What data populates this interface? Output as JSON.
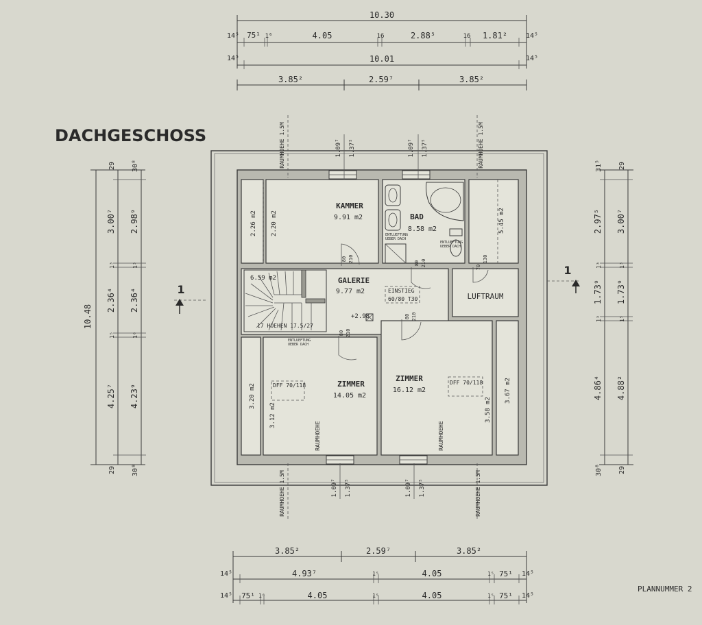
{
  "title": "DACHGESCHOSS",
  "plan_number_label": "PLANNUMMER 2",
  "top_dimensions": {
    "total_outer": "10.30",
    "row2": [
      "14⁵",
      "75¹",
      "1⁶",
      "4.05",
      "16",
      "2.88⁵",
      "16",
      "1.81²",
      "14⁵"
    ],
    "row3_left": "14⁵",
    "total_inner": "10.01",
    "row3_right": "14⁵",
    "row4": [
      "3.85²",
      "2.59⁷",
      "3.85²"
    ]
  },
  "bottom_dimensions": {
    "row1": [
      "3.85²",
      "2.59⁷",
      "3.85²"
    ],
    "row2": [
      "14⁵",
      "4.93⁷",
      "1⁵",
      "4.05",
      "1⁵",
      "75¹",
      "14⁵"
    ],
    "row3": [
      "14⁵",
      "75¹",
      "1⁶",
      "4.05",
      "1⁵",
      "4.05",
      "1⁵",
      "75¹",
      "14⁵"
    ]
  },
  "left_dimensions": {
    "total": "10.48",
    "col1": [
      "29",
      "3.00⁷",
      "1³",
      "2.36⁴",
      "1⁵",
      "4.25⁷",
      "29"
    ],
    "col2": [
      "30⁸",
      "2.98⁹",
      "1³",
      "2.36⁴",
      "1⁶",
      "4.23⁹",
      "30⁸"
    ]
  },
  "right_dimensions": {
    "col1": [
      "31⁵",
      "2.97⁵",
      "1³",
      "1.73⁹",
      "1³",
      "4.86⁴",
      "30⁸"
    ],
    "col2": [
      "29",
      "3.00⁷",
      "1³",
      "1.73⁹",
      "1⁵",
      "4.88²",
      "29"
    ]
  },
  "rooms": {
    "kammer": {
      "name": "KAMMER",
      "area": "9.91 m2"
    },
    "bad": {
      "name": "BAD",
      "area": "8.58 m2"
    },
    "galerie": {
      "name": "GALERIE",
      "area": "9.77 m2"
    },
    "luftraum": {
      "name": "LUFTRAUM"
    },
    "zimmer_left": {
      "name": "ZIMMER",
      "area": "14.05 m2"
    },
    "zimmer_right": {
      "name": "ZIMMER",
      "area": "16.12 m2"
    }
  },
  "small_areas": {
    "kniestock_tl": "2.26 m2",
    "kammer_slope": "2.20 m2",
    "right_top": "5.45 m2",
    "stair": "6.59 m2",
    "left_bottom_outer": "3.20 m2",
    "left_bottom_inner": "3.12 m2",
    "right_bottom_inner": "3.58 m2",
    "right_bottom_outer": "3.67 m2"
  },
  "annotations": {
    "raumhoehe_15": "RAUMHOEHE 1.5M",
    "raumhoehe": "RAUMHOEHE",
    "h_109": "1.09⁷",
    "h_137": "1.37⁵",
    "door_80": "80",
    "door_210": "210",
    "door_130": "130",
    "door_70": "70",
    "entlueftung_1": "ENTLUEFTUNG",
    "entlueftung_2": "UEBER DACH",
    "einstieg_1": "EINSTIEG",
    "einstieg_2": "60/80 T30",
    "level": "+2.98",
    "stairs": "17 HOEHEN 17.5/27",
    "skylight": "DFF 70/118",
    "section_mark": "1"
  }
}
